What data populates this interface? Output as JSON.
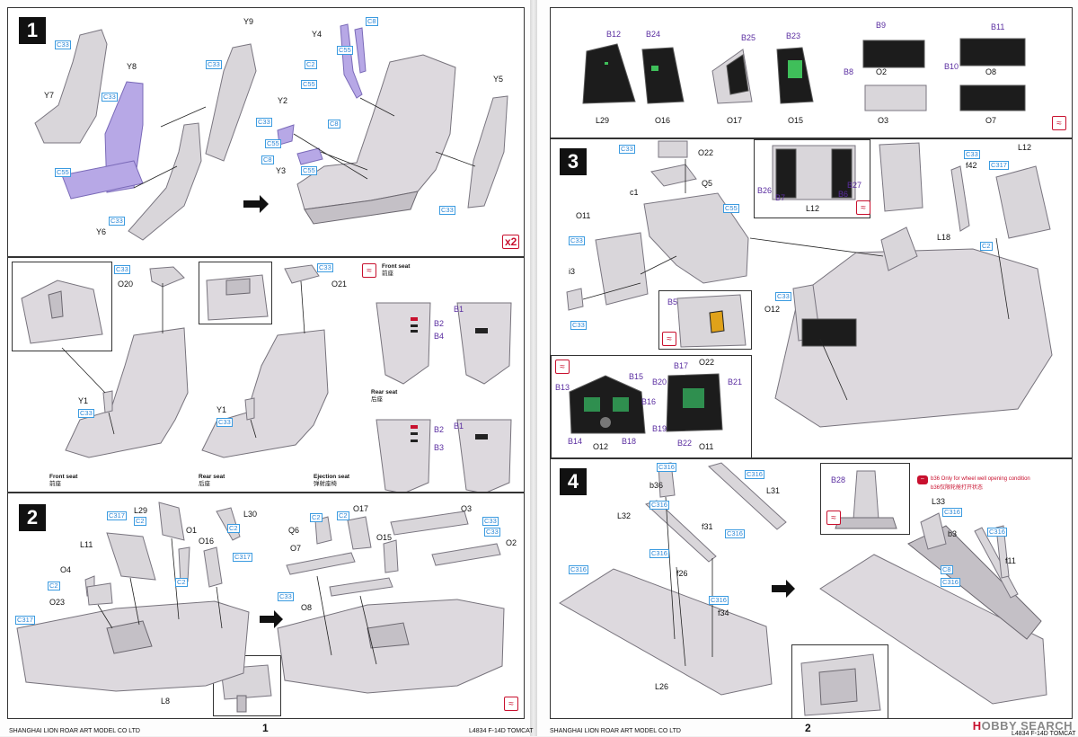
{
  "page1": {
    "footer_company": "SHANGHAI LION ROAR ART MODEL CO LTD",
    "page_number": "1",
    "step1": {
      "number": "1",
      "multiplier": "x2",
      "parts": [
        "Y9",
        "Y8",
        "Y7",
        "Y6",
        "Y4",
        "Y2",
        "Y3",
        "Y5"
      ],
      "colors": [
        "C33",
        "C33",
        "C33",
        "C55",
        "C33",
        "C8",
        "C55",
        "C2",
        "C55",
        "C8",
        "C33",
        "C55",
        "C8",
        "C55",
        "C8",
        "C55",
        "C33"
      ]
    },
    "step1b": {
      "parts": [
        "O20",
        "O21",
        "Y1",
        "Y1",
        "B2",
        "B4",
        "B1",
        "B2",
        "B3",
        "B1"
      ],
      "colors": [
        "C33",
        "C33",
        "C33",
        "C33"
      ],
      "front_seat": "Front seat",
      "front_seat_cn": "前座",
      "rear_seat": "Rear seat",
      "rear_seat_cn": "后座",
      "ejection_seat": "Ejection seat",
      "ejection_seat_cn": "弹射座椅",
      "decal_front": "Front seat",
      "decal_front_cn": "前座",
      "decal_rear": "Rear seat",
      "decal_rear_cn": "后座"
    },
    "step2": {
      "number": "2",
      "parts": [
        "L29",
        "L30",
        "O1",
        "O16",
        "L11",
        "O4",
        "O23",
        "L8",
        "Q6",
        "O17",
        "O3",
        "O7",
        "O15",
        "O2",
        "O8"
      ],
      "colors": [
        "C317",
        "C2",
        "C2",
        "C317",
        "C2",
        "C2",
        "C2",
        "C317",
        "C2",
        "C2",
        "C33",
        "C33",
        "C33"
      ]
    }
  },
  "page2": {
    "footer_company": "SHANGHAI LION ROAR ART MODEL CO LTD",
    "footer_model": "L4834 F-14D TOMCAT",
    "page_number": "2",
    "panels_top": {
      "items": [
        {
          "decal": "B12",
          "part": "L29"
        },
        {
          "decal": "B24",
          "part": "O16"
        },
        {
          "decal": "B25",
          "part": "O17"
        },
        {
          "decal": "B23",
          "part": "O15"
        },
        {
          "decal": "B9",
          "part": "O2"
        },
        {
          "decal": "B11",
          "part": "O8"
        },
        {
          "decal": "B8",
          "part": "O3"
        },
        {
          "decal": "B10",
          "part": "O7"
        }
      ]
    },
    "step3": {
      "number": "3",
      "parts": [
        "O22",
        "Q5",
        "c1",
        "O11",
        "i3",
        "B5",
        "O12",
        "L12",
        "L18",
        "f42",
        "L12"
      ],
      "colors": [
        "C33",
        "C55",
        "C33",
        "C33",
        "C33",
        "C33",
        "C317",
        "C2"
      ],
      "side_decals": [
        "B26",
        "B7",
        "B6",
        "B27"
      ],
      "side_part": "L12"
    },
    "instrument": {
      "decals": [
        "B17",
        "O22",
        "B15",
        "B13",
        "B20",
        "B21",
        "B16",
        "B19",
        "B14",
        "O12",
        "B18",
        "B22",
        "O11"
      ]
    },
    "step4": {
      "number": "4",
      "parts": [
        "b36",
        "L31",
        "L32",
        "f31",
        "f26",
        "f34",
        "L26",
        "B28",
        "L33",
        "b3",
        "f11"
      ],
      "colors": [
        "C316",
        "C316",
        "C316",
        "C316",
        "C316",
        "C316",
        "C316",
        "C316",
        "C316",
        "C316",
        "C8",
        "C316",
        "C316"
      ],
      "note": "b36 Only for wheel well opening condition",
      "note_cn": "b36仅限轮舱打开状态"
    },
    "watermark_prefix": "H",
    "watermark_brand": "OBBY SEARCH"
  }
}
